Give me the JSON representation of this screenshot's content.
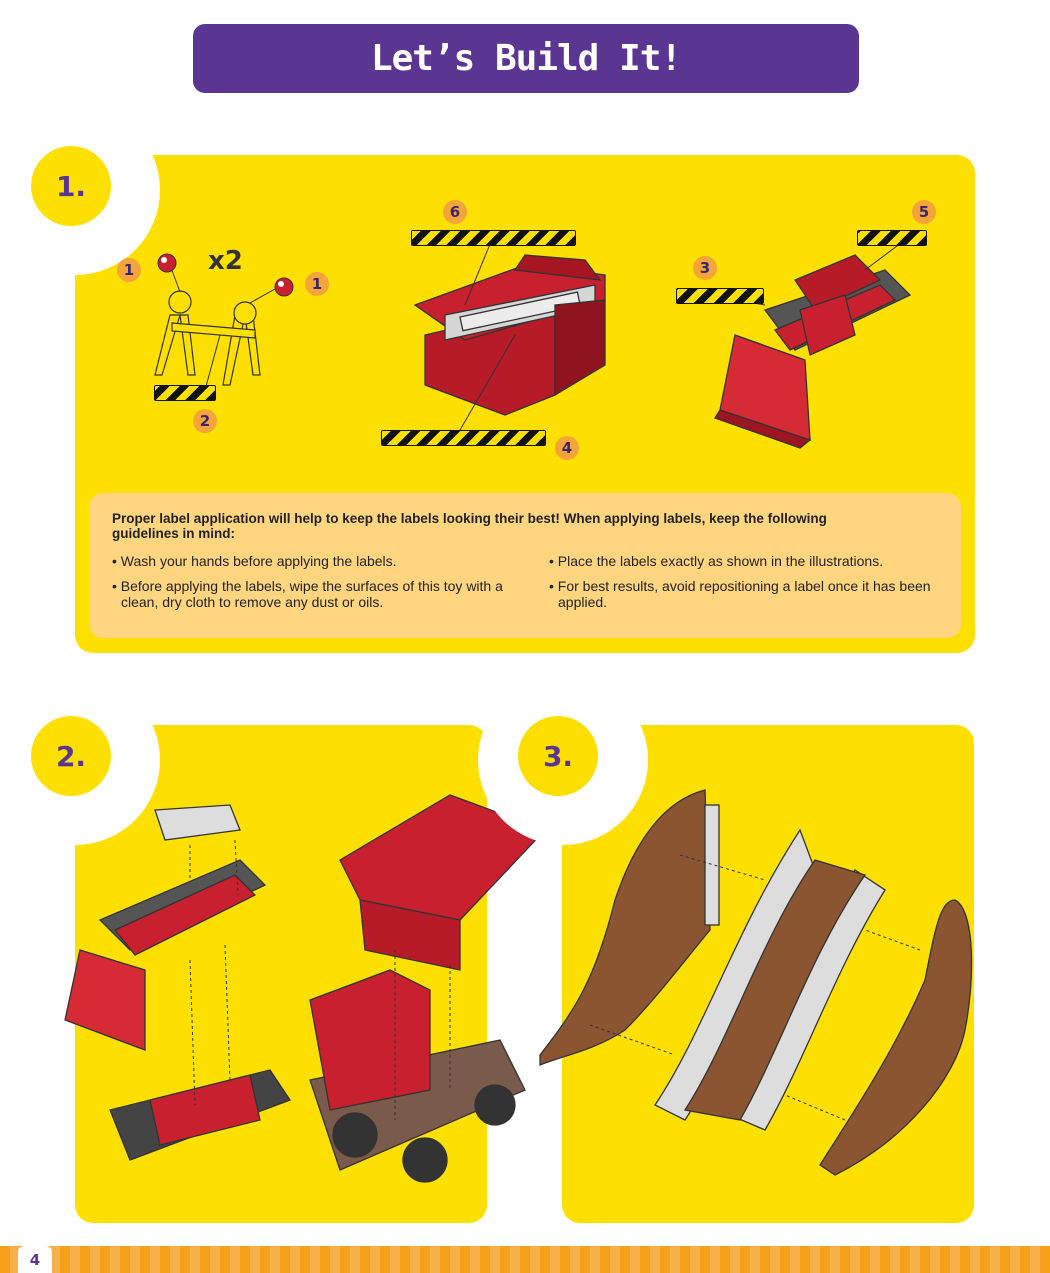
{
  "title": "Let’s Build It!",
  "steps": [
    {
      "number": "1."
    },
    {
      "number": "2."
    },
    {
      "number": "3."
    }
  ],
  "step1": {
    "multiplier": "x2",
    "callouts": [
      "1",
      "1",
      "2",
      "6",
      "4",
      "5",
      "3"
    ],
    "tips": {
      "heading": "Proper label application will help to keep the labels looking their best! When applying labels, keep the following guidelines in mind:",
      "left": [
        "Wash your hands before applying the labels.",
        "Before applying the labels, wipe the surfaces of this toy with a clean, dry cloth to remove any dust or oils."
      ],
      "right": [
        "Place the labels exactly as shown in the illustrations.",
        "For best results, avoid repositioning a label once it has been applied."
      ]
    }
  },
  "page_number": "4",
  "colors": {
    "banner": "#5a3592",
    "panel": "#fde000",
    "tips_box": "#ffd580",
    "toy_red": "#c8202e",
    "dirt_brown": "#8a5530",
    "footer": "#f6a01c"
  }
}
